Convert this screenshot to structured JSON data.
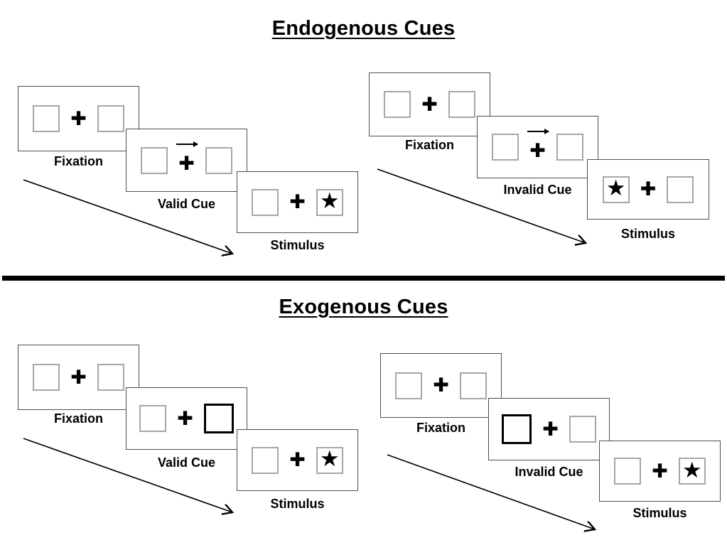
{
  "sections": [
    {
      "title": "Endogenous Cues",
      "sequences": [
        {
          "name": "endogenous-valid",
          "panels": [
            {
              "label": "Fixation",
              "left_box": "empty",
              "center": "fixation-cross",
              "right_box": "empty"
            },
            {
              "label": "Valid Cue",
              "left_box": "empty",
              "center": "fixation-cross-with-right-arrow",
              "right_box": "empty"
            },
            {
              "label": "Stimulus",
              "left_box": "empty",
              "center": "fixation-cross",
              "right_box": "star"
            }
          ]
        },
        {
          "name": "endogenous-invalid",
          "panels": [
            {
              "label": "Fixation",
              "left_box": "empty",
              "center": "fixation-cross",
              "right_box": "empty"
            },
            {
              "label": "Invalid Cue",
              "left_box": "empty",
              "center": "fixation-cross-with-right-arrow",
              "right_box": "empty"
            },
            {
              "label": "Stimulus",
              "left_box": "star",
              "center": "fixation-cross",
              "right_box": "empty"
            }
          ]
        }
      ]
    },
    {
      "title": "Exogenous Cues",
      "sequences": [
        {
          "name": "exogenous-valid",
          "panels": [
            {
              "label": "Fixation",
              "left_box": "empty",
              "center": "fixation-cross",
              "right_box": "empty"
            },
            {
              "label": "Valid Cue",
              "left_box": "empty",
              "center": "fixation-cross",
              "right_box": "bold-outline"
            },
            {
              "label": "Stimulus",
              "left_box": "empty",
              "center": "fixation-cross",
              "right_box": "star"
            }
          ]
        },
        {
          "name": "exogenous-invalid",
          "panels": [
            {
              "label": "Fixation",
              "left_box": "empty",
              "center": "fixation-cross",
              "right_box": "empty"
            },
            {
              "label": "Invalid Cue",
              "left_box": "bold-outline",
              "center": "fixation-cross",
              "right_box": "empty"
            },
            {
              "label": "Stimulus",
              "left_box": "empty",
              "center": "fixation-cross",
              "right_box": "star"
            }
          ]
        }
      ]
    }
  ],
  "glyphs": {
    "fixation_cross": "✚",
    "star": "★"
  },
  "colors": {
    "panel_border": "#4d4d4d",
    "box_border": "#a6a6a6",
    "bold_box_border": "#000000",
    "divider": "#000000",
    "text": "#000000",
    "background": "#ffffff"
  }
}
